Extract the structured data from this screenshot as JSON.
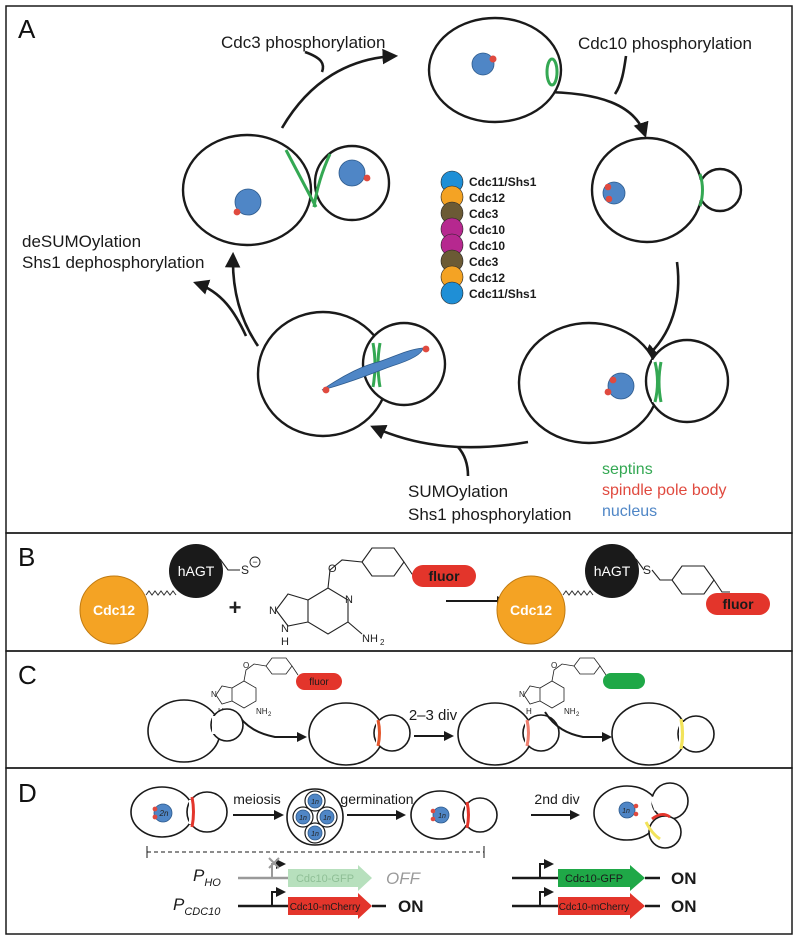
{
  "panels": {
    "a": "A",
    "b": "B",
    "c": "C",
    "d": "D"
  },
  "panel_a": {
    "cdc3_phos": "Cdc3 phosphorylation",
    "cdc10_phos": "Cdc10 phosphorylation",
    "desumo_line1": "deSUMOylation",
    "desumo_line2": "Shs1 dephosphorylation",
    "sumo_line1": "SUMOylation",
    "sumo_line2": "Shs1 phosphorylation",
    "octamer": [
      {
        "label": "Cdc11/Shs1",
        "color": "#1f8fd6"
      },
      {
        "label": "Cdc12",
        "color": "#f4a324"
      },
      {
        "label": "Cdc3",
        "color": "#6b5a35"
      },
      {
        "label": "Cdc10",
        "color": "#b6288f"
      },
      {
        "label": "Cdc10",
        "color": "#b6288f"
      },
      {
        "label": "Cdc3",
        "color": "#6b5a35"
      },
      {
        "label": "Cdc12",
        "color": "#f4a324"
      },
      {
        "label": "Cdc11/Shs1",
        "color": "#1f8fd6"
      }
    ],
    "legend": {
      "septins": "septins",
      "spb": "spindle pole body",
      "nucleus": "nucleus"
    }
  },
  "panel_b": {
    "cdc12": "Cdc12",
    "hagt": "hAGT",
    "s_minus": "S",
    "minus": "−",
    "plus": "+",
    "fluor": "fluor",
    "nh2": "NH",
    "sub2": "2",
    "n_atom": "N",
    "h_atom": "H",
    "o_atom": "O",
    "s_atom": "S"
  },
  "panel_c": {
    "fluor": "fluor",
    "div": "2–3 div",
    "n_atom": "N",
    "h_atom": "H",
    "o_atom": "O",
    "nh2": "NH",
    "sub2": "2"
  },
  "panel_d": {
    "two_n": "2n",
    "one_n": "1n",
    "meiosis": "meiosis",
    "germination": "germination",
    "second_div": "2nd div",
    "pho": "P",
    "pho_sub": "HO",
    "pcdc": "P",
    "pcdc_sub": "CDC10",
    "gfp": "Cdc10-GFP",
    "mcherry": "Cdc10-mCherry",
    "off": "OFF",
    "on": "ON"
  },
  "colors": {
    "septin_green": "#34a853",
    "spb_red": "#e04a3f",
    "nucleus_blue": "#4f86c6",
    "cdc12_orange": "#f4a324",
    "hagt_black": "#1a1a1a",
    "fluor_red": "#e3352b",
    "fluor_green": "#1fa847",
    "ring_yellow": "#f2e35a"
  }
}
